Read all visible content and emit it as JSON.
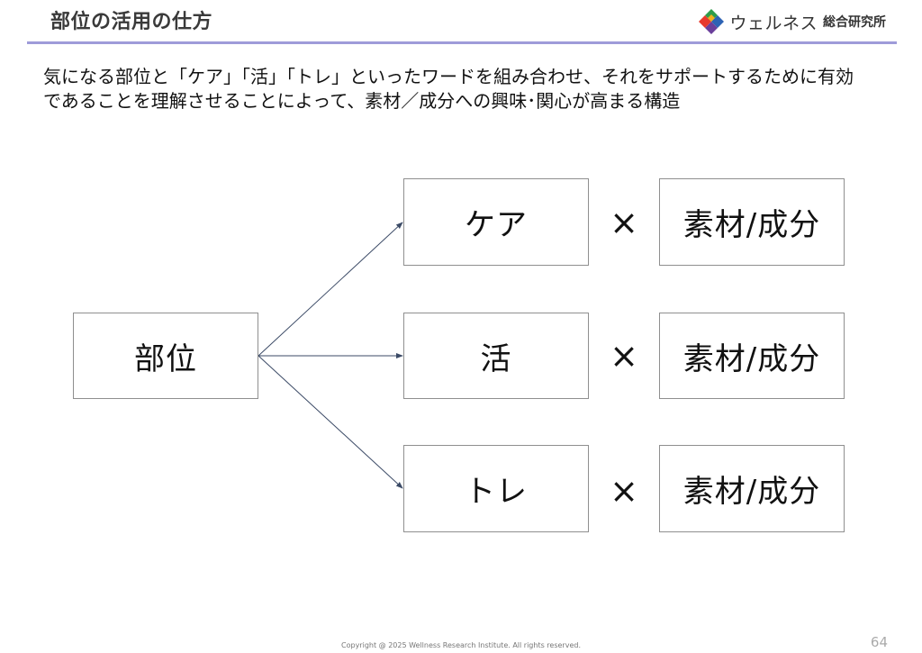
{
  "header": {
    "title": "部位の活用の仕方",
    "brand_name": "ウェルネス",
    "brand_sub": "総合研究所",
    "rule_color": "#9e9bd9"
  },
  "lead": {
    "line1": "気になる部位と「ケア」「活」「トレ」といったワードを組み合わせ、それをサポートするために有効",
    "line2": "であることを理解させることによって、素材／成分への興味･関心が高まる構造"
  },
  "diagram": {
    "source": "部位",
    "rows": [
      {
        "word": "ケア",
        "operator": "×",
        "target": "素材/成分"
      },
      {
        "word": "活",
        "operator": "×",
        "target": "素材/成分"
      },
      {
        "word": "トレ",
        "operator": "×",
        "target": "素材/成分"
      }
    ],
    "arrow_color": "#3b4a66",
    "box_border_color": "#8f8f8f"
  },
  "footer": {
    "copyright": "Copyright @ 2025 Wellness Research Institute. All rights reserved.",
    "page_number": "64"
  },
  "logo_colors": [
    "#e8392c",
    "#f2b01e",
    "#2f9d4a",
    "#2d63b4",
    "#6a3f9b"
  ]
}
